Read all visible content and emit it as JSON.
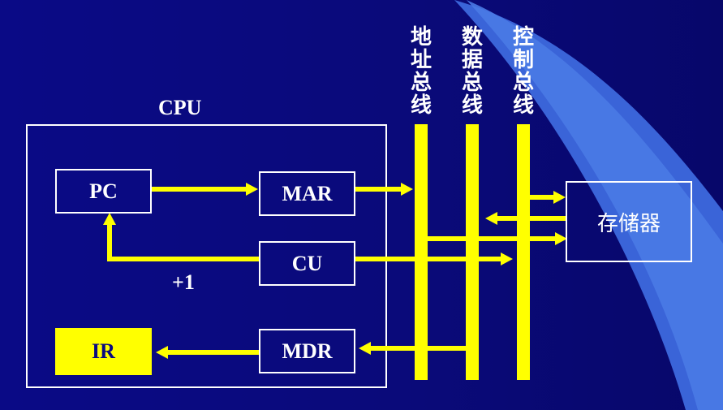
{
  "cpu_label": "CPU",
  "registers": {
    "pc": "PC",
    "mar": "MAR",
    "cu": "CU",
    "ir": "IR",
    "mdr": "MDR"
  },
  "plus_one": "+1",
  "buses": {
    "address": "地址总线",
    "data": "数据总线",
    "control": "控制总线"
  },
  "memory_label": "存储器",
  "colors": {
    "background": "#0a0a80",
    "bus": "#ffff00",
    "box_border": "#ffffff",
    "ir_fill": "#ffff00"
  }
}
